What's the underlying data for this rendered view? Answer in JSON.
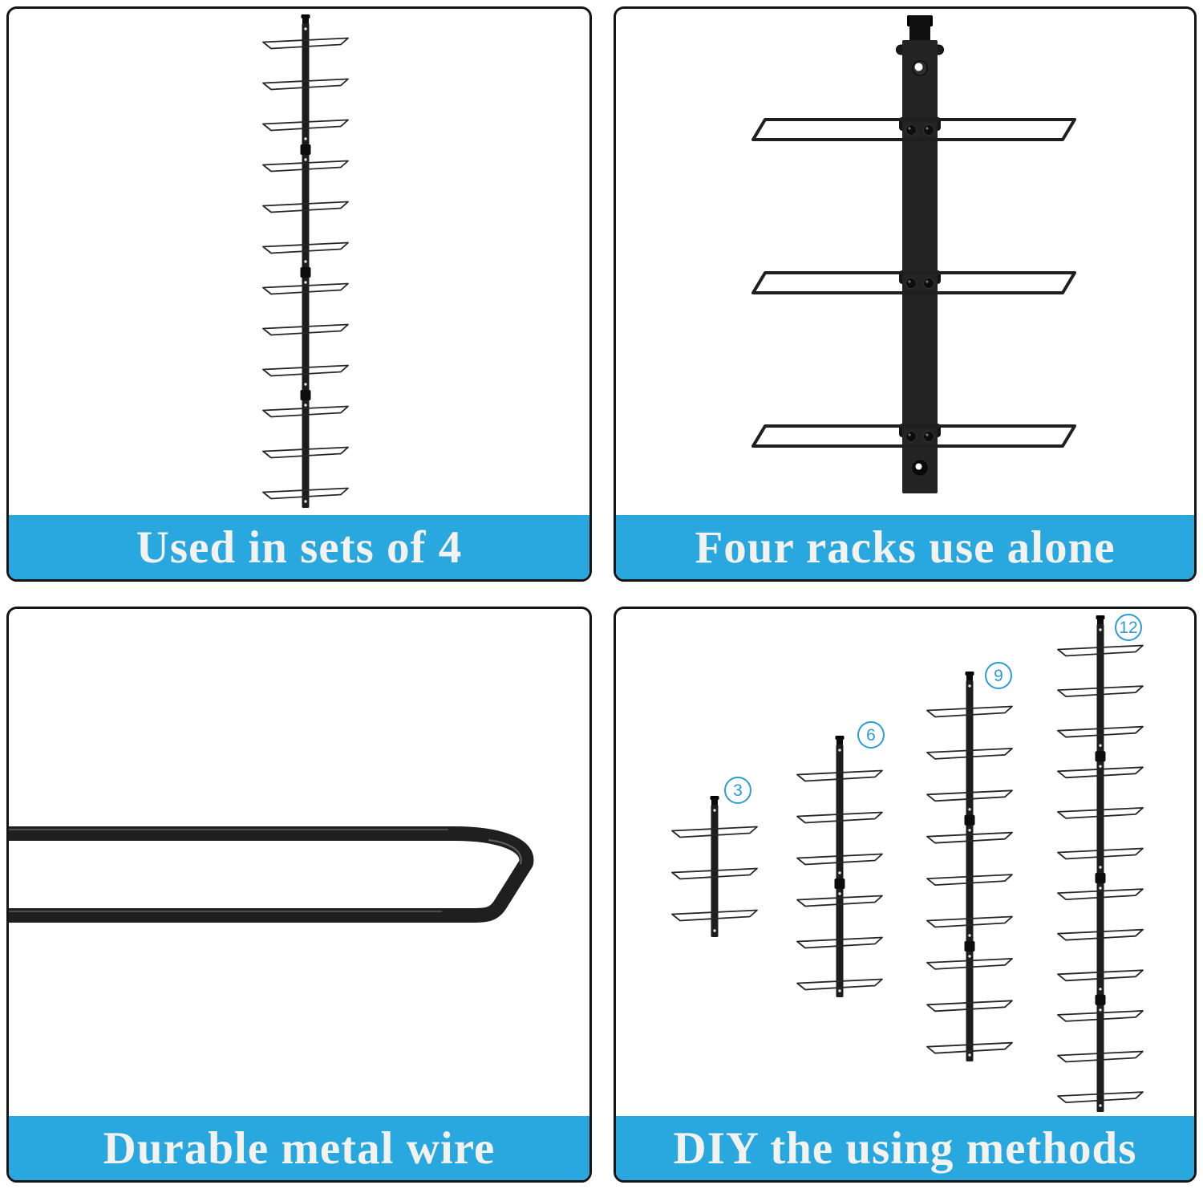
{
  "theme": {
    "caption_bg": "#29a8e0",
    "caption_text_color": "#f4f2ee",
    "panel_border_color": "#141414",
    "rack_color": "#1d1d1d",
    "badge_color": "#2b9cd6",
    "background": "#ffffff"
  },
  "panels": {
    "top_left": {
      "caption": "Used in sets of 4"
    },
    "top_right": {
      "caption": "Four racks use alone"
    },
    "bottom_left": {
      "caption": "Durable metal wire"
    },
    "bottom_right": {
      "caption": "DIY the using methods",
      "badges": [
        {
          "label": "3"
        },
        {
          "label": "6"
        },
        {
          "label": "9"
        },
        {
          "label": "12"
        }
      ]
    }
  }
}
